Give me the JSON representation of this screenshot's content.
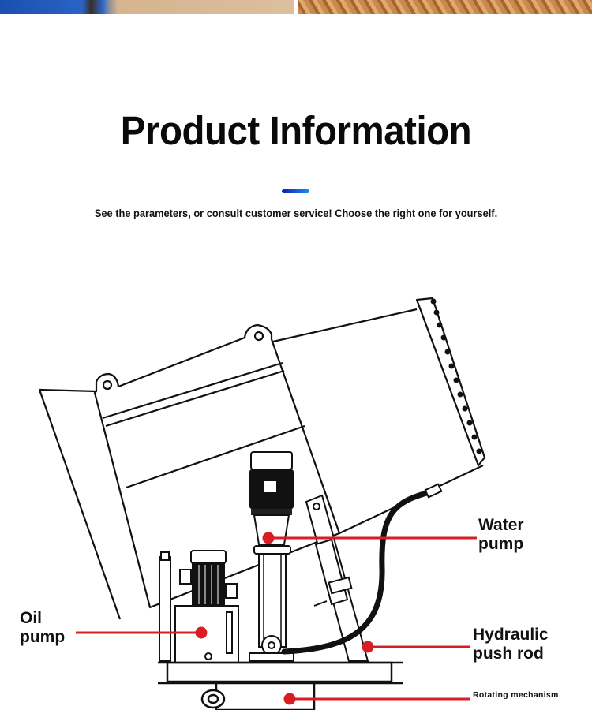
{
  "header": {
    "title": "Product Information",
    "subtitle": "See the parameters, or consult customer service! Choose the right one for yourself.",
    "accent_gradient": [
      "#0a1fb8",
      "#1e8ee8"
    ]
  },
  "diagram": {
    "label_color": "#d81e25",
    "callouts": [
      {
        "id": "water-pump",
        "lines": [
          "Water",
          "pump"
        ]
      },
      {
        "id": "oil-pump",
        "lines": [
          "Oil",
          "pump"
        ]
      },
      {
        "id": "hydraulic-push-rod",
        "lines": [
          "Hydraulic",
          "push rod"
        ]
      },
      {
        "id": "rotating-mechanism",
        "lines": [
          "Rotating mechanism"
        ]
      }
    ]
  }
}
